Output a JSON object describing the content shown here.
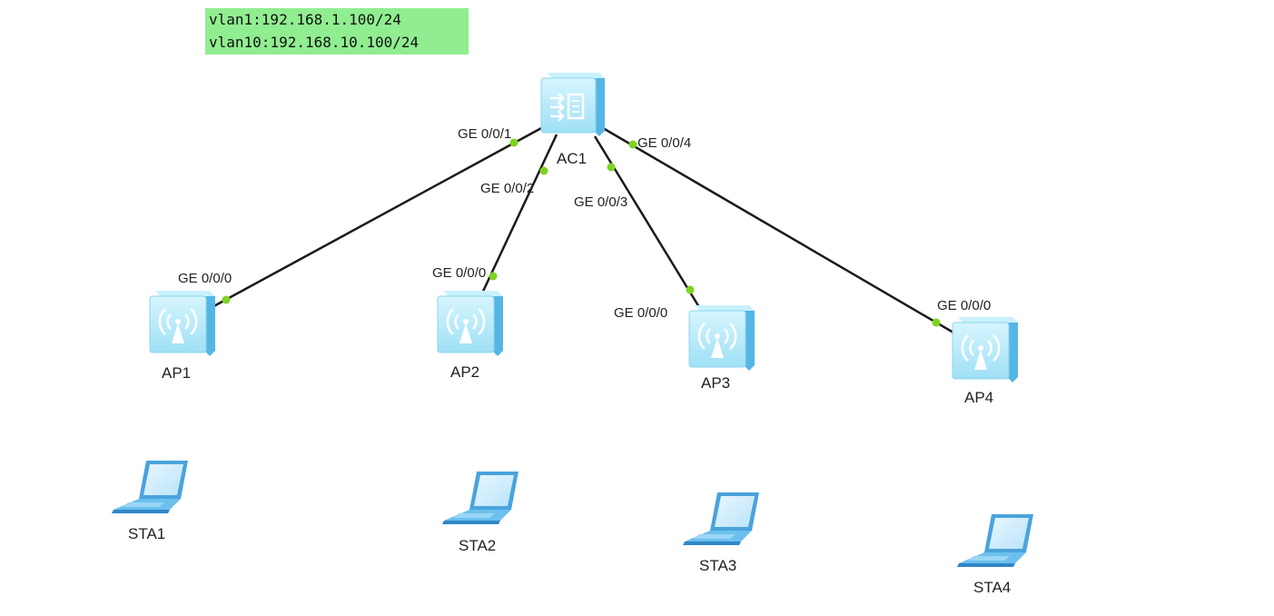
{
  "note": {
    "lines": [
      "vlan1:192.168.1.100/24",
      "vlan10:192.168.10.100/24"
    ],
    "background": "#90ee90"
  },
  "devices": {
    "ac1": "AC1",
    "ap1": "AP1",
    "ap2": "AP2",
    "ap3": "AP3",
    "ap4": "AP4",
    "sta1": "STA1",
    "sta2": "STA2",
    "sta3": "STA3",
    "sta4": "STA4"
  },
  "ports": {
    "ac_ge1": "GE 0/0/1",
    "ac_ge2": "GE 0/0/2",
    "ac_ge3": "GE 0/0/3",
    "ac_ge4": "GE 0/0/4",
    "ap1_ge0": "GE 0/0/0",
    "ap2_ge0": "GE 0/0/0",
    "ap3_ge0": "GE 0/0/0",
    "ap4_ge0": "GE 0/0/0"
  },
  "colors": {
    "link": "#1a1a1a",
    "port_dot": "#7ed321",
    "device_face": "#aee8f8",
    "device_side": "#5cb8e6",
    "laptop": "#4fa8e0"
  }
}
